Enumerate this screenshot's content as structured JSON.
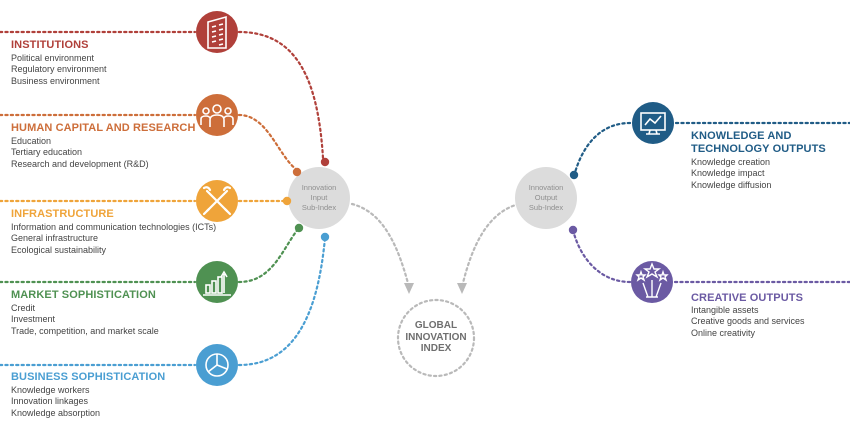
{
  "colors": {
    "institutions": "#b0403a",
    "human_capital": "#cd6e3a",
    "infrastructure": "#efa43a",
    "market": "#4f9152",
    "business": "#4a9ed2",
    "knowledge": "#205c86",
    "creative": "#6b5aa3",
    "hub": "#dcdcdc",
    "hub_text": "#8f8f8f",
    "connector": "#b9b9b9"
  },
  "input_pillars": [
    {
      "title": "INSTITUTIONS",
      "items": [
        "Political environment",
        "Regulatory environment",
        "Business environment"
      ],
      "icon": "building-icon"
    },
    {
      "title": "HUMAN CAPITAL AND RESEARCH",
      "items": [
        "Education",
        "Tertiary education",
        "Research and development (R&D)"
      ],
      "icon": "people-icon"
    },
    {
      "title": "INFRASTRUCTURE",
      "items": [
        "Information and communication technologies (ICTs)",
        "General infrastructure",
        "Ecological sustainability"
      ],
      "icon": "tools-icon"
    },
    {
      "title": "MARKET SOPHISTICATION",
      "items": [
        "Credit",
        "Investment",
        "Trade, competition, and market scale"
      ],
      "icon": "growth-chart-icon"
    },
    {
      "title": "BUSINESS SOPHISTICATION",
      "items": [
        "Knowledge workers",
        "Innovation linkages",
        "Knowledge absorption"
      ],
      "icon": "pie-chart-icon"
    }
  ],
  "output_pillars": [
    {
      "title_lines": [
        "KNOWLEDGE AND",
        "TECHNOLOGY OUTPUTS"
      ],
      "items": [
        "Knowledge creation",
        "Knowledge impact",
        "Knowledge diffusion"
      ],
      "icon": "monitor-chart-icon"
    },
    {
      "title_lines": [
        "CREATIVE OUTPUTS"
      ],
      "items": [
        "Intangible assets",
        "Creative goods and services",
        "Online creativity"
      ],
      "icon": "stars-icon"
    }
  ],
  "input_hub": {
    "lines": [
      "Innovation",
      "Input",
      "Sub-Index"
    ]
  },
  "output_hub": {
    "lines": [
      "Innovation",
      "Output",
      "Sub-Index"
    ]
  },
  "gii": {
    "lines": [
      "GLOBAL",
      "INNOVATION",
      "INDEX"
    ]
  }
}
